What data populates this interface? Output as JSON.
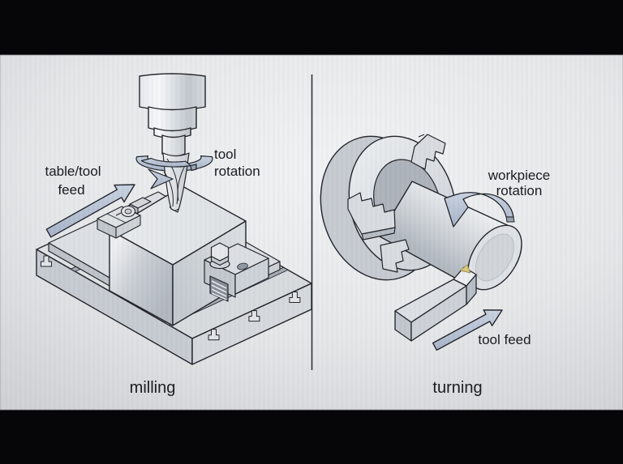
{
  "figure": {
    "type": "technical-illustration",
    "left_panel": {
      "caption": "milling",
      "labels": {
        "feed_line1": "table/tool",
        "feed_line2": "feed",
        "rotation_line1": "tool",
        "rotation_line2": "rotation"
      }
    },
    "right_panel": {
      "caption": "turning",
      "labels": {
        "rotation_line1": "workpiece",
        "rotation_line2": "rotation",
        "feed": "tool feed"
      }
    }
  },
  "colors": {
    "background": "#060608",
    "panel": "#e9ebed",
    "ink": "#23252b",
    "metal_light": "#e6e9ec",
    "metal_mid": "#ccd1d6",
    "metal_dark": "#b7bdc4",
    "arrow_fill": "#b7c2d6",
    "text": "#1a1b1f",
    "cut_highlight": "#d8c77b"
  }
}
